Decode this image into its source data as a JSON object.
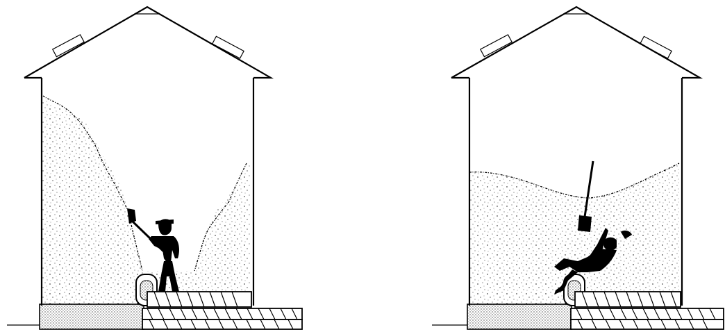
{
  "figure": {
    "panels": [
      {
        "id": "left",
        "scene": "worker-shoveling-bridged-grain"
      },
      {
        "id": "right",
        "scene": "worker-falling-into-collapsing-grain"
      }
    ],
    "colors": {
      "ink": "#000000",
      "paper": "#ffffff",
      "grain_stipple": "#000000"
    },
    "icons": [
      "bin-roof",
      "roof-vent",
      "worker-silhouette",
      "shovel",
      "auger-conveyor",
      "auger-motor"
    ]
  }
}
